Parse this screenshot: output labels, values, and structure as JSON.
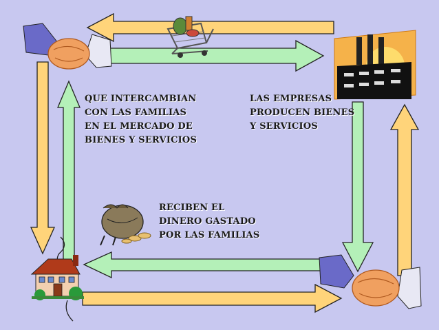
{
  "colors": {
    "background": "#c8c8f0",
    "green_arrow": "#b4f0b8",
    "yellow_arrow": "#ffd47a",
    "arrow_stroke": "#222222"
  },
  "icons": {
    "top_left": "handshake-icon",
    "top_center": "shopping-cart-icon",
    "top_right": "factory-icon",
    "middle_left": "money-bag-icon",
    "bottom_left": "house-icon",
    "bottom_right": "handshake-icon"
  },
  "texts": {
    "markets_lines": [
      "QUE INTERCAMBIAN",
      "CON LAS FAMILIAS",
      "EN EL MERCADO DE",
      "BIENES Y SERVICIOS"
    ],
    "firms_lines": [
      "LAS EMPRESAS",
      "PRODUCEN BIENES",
      "Y SERVICIOS"
    ],
    "money_lines": [
      "RECIBEN EL",
      "DINERO GASTADO",
      "POR LAS FAMILIAS"
    ]
  }
}
